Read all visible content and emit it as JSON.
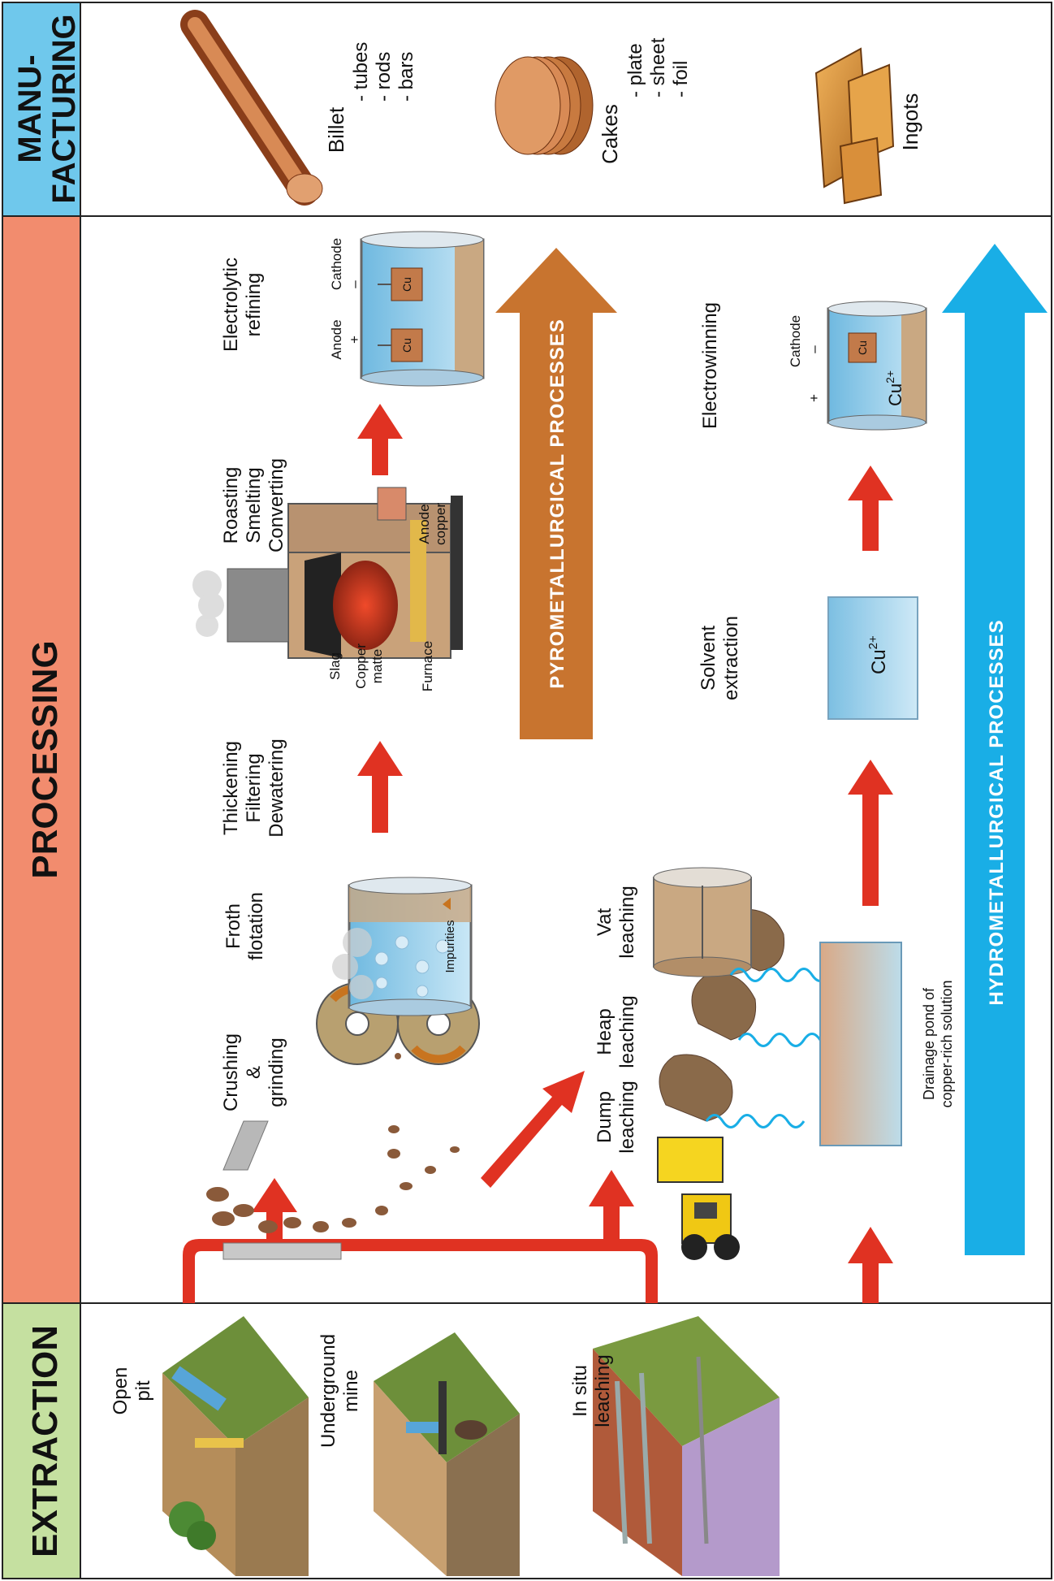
{
  "sections": {
    "extraction": "EXTRACTION",
    "processing": "PROCESSING",
    "manufacturing_line1": "MANU-",
    "manufacturing_line2": "FACTURING"
  },
  "colors": {
    "extraction_band": "#c5e0a0",
    "processing_band": "#f28c6e",
    "manufacturing_band": "#6fc8ec",
    "flow_arrow": "#e03222",
    "pyro_arrow": "#c8742f",
    "hydro_arrow": "#19aee6"
  },
  "extraction": {
    "open_pit": [
      "Open",
      "pit"
    ],
    "underground_mine": [
      "Underground",
      "mine"
    ],
    "in_situ_leaching": [
      "In situ",
      "leaching"
    ]
  },
  "pyro": {
    "crushing": [
      "Crushing",
      "&",
      "grinding"
    ],
    "froth": [
      "Froth",
      "flotation"
    ],
    "impurities": "Impurities",
    "thickening": [
      "Thickening",
      "Filtering",
      "Dewatering"
    ],
    "furnace_labels": {
      "slag": "Slag",
      "copper_matte": [
        "Copper",
        "matte"
      ],
      "furnace": "Furnace",
      "anode_copper": [
        "Anode",
        "copper"
      ]
    },
    "roasting": [
      "Roasting",
      "Smelting",
      "Converting"
    ],
    "electrolytic": [
      "Electrolytic",
      "refining"
    ],
    "electrolytic_labels": {
      "anode": "Anode",
      "cathode": "Cathode",
      "plus": "+",
      "minus": "–",
      "cu": "Cu"
    },
    "band": "PYROMETALLURGICAL   PROCESSES"
  },
  "hydro": {
    "dump": [
      "Dump",
      "leaching"
    ],
    "heap": [
      "Heap",
      "leaching"
    ],
    "vat": [
      "Vat",
      "leaching"
    ],
    "drainage": [
      "Drainage pond of",
      "copper-rich solution"
    ],
    "solvent": [
      "Solvent",
      "extraction"
    ],
    "cu_ion": "Cu",
    "cu_charge": "2+",
    "electrowinning": "Electrowinning",
    "ew_labels": {
      "cathode": "Cathode",
      "plus": "+",
      "minus": "–",
      "cu": "Cu"
    },
    "band": "HYDROMETALLURGICAL   PROCESSES"
  },
  "manufacturing": {
    "billet": "Billet",
    "billet_items": [
      "- tubes",
      "- rods",
      "- bars"
    ],
    "cakes": "Cakes",
    "cakes_items": [
      "- plate",
      "- sheet",
      "- foil"
    ],
    "ingots": "Ingots"
  }
}
